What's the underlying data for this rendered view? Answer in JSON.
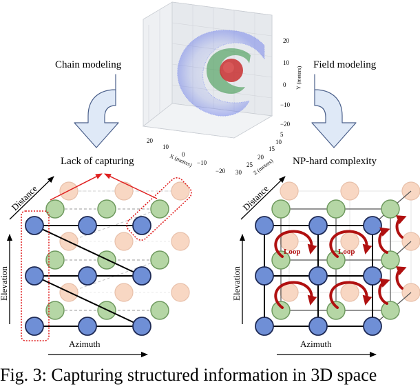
{
  "labels": {
    "chain_modeling": "Chain modeling",
    "field_modeling": "Field modeling",
    "lack_of_capturing": "Lack of capturing",
    "np_hard": "NP-hard complexity",
    "distance": "Distance",
    "elevation": "Elevation",
    "azimuth": "Azimuth",
    "loop": "Loop"
  },
  "plot3d": {
    "y_axis_label": "Y (meters)",
    "x_axis_label": "X (meters)",
    "z_axis_label": "Z (meters)",
    "y_ticks": [
      "20",
      "10",
      "0",
      "−10",
      "−20"
    ],
    "x_ticks": [
      "20",
      "10",
      "0",
      "−10",
      "−20"
    ],
    "z_ticks": [
      "30",
      "25",
      "20",
      "15",
      "10",
      "5"
    ]
  },
  "caption": "Fig. 3: Capturing structured information in 3D space",
  "colors": {
    "node_blue": "#6f8fd6",
    "node_green": "#b5d6a5",
    "node_peach": "#f8d7c3",
    "highlight_red": "#e02020",
    "loop_red": "#b01010",
    "arrow_fill": "#dfe9f7",
    "arrow_stroke": "#4a5f8a",
    "cloud_blue": "#6f7fe8",
    "cloud_green": "#3f9a4e",
    "cloud_red": "#c83030"
  }
}
